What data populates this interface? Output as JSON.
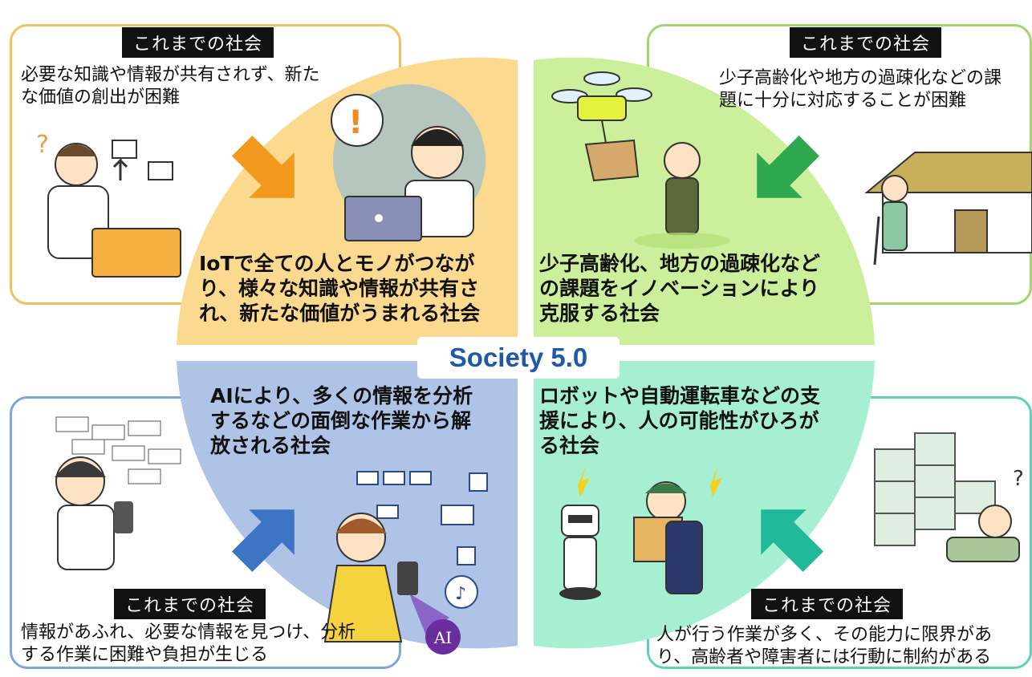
{
  "center": {
    "label": "Society 5.0"
  },
  "colors": {
    "tl_quadrant": "#fbd98f",
    "tr_quadrant": "#cbef9a",
    "bl_quadrant": "#aec3e6",
    "br_quadrant": "#a6efd3",
    "arrow_tl": "#f39a1e",
    "arrow_tr": "#2fa84f",
    "arrow_bl": "#3d74c4",
    "arrow_br": "#22b89a"
  },
  "quadrants": {
    "top_left": {
      "tag": "これまでの社会",
      "old_text": [
        "必要な知識や情報が共有されず、新た",
        "な価値の創出が困難"
      ],
      "new_text": [
        "IoTで全ての人とモノがつなが",
        "り、様々な知識や情報が共有さ",
        "れ、新たな価値がうまれる社会"
      ]
    },
    "top_right": {
      "tag": "これまでの社会",
      "old_text": [
        "少子高齢化や地方の過疎化などの課",
        "題に十分に対応することが困難"
      ],
      "new_text": [
        "少子高齢化、地方の過疎化など",
        "の課題をイノベーションにより",
        "克服する社会"
      ]
    },
    "bottom_left": {
      "tag": "これまでの社会",
      "old_text": [
        "情報があふれ、必要な情報を見つけ、分析",
        "する作業に困難や負担が生じる"
      ],
      "new_text": [
        "AIにより、多くの情報を分析",
        "するなどの面倒な作業から解",
        "放される社会"
      ],
      "ai_badge": "AI"
    },
    "bottom_right": {
      "tag": "これまでの社会",
      "old_text": [
        "人が行う作業が多く、その能力に限界があ",
        "り、高齢者や障害者には行動に制約がある"
      ],
      "new_text": [
        "ロボットや自動運転車などの支",
        "援により、人の可能性がひろが",
        "る社会"
      ]
    }
  }
}
